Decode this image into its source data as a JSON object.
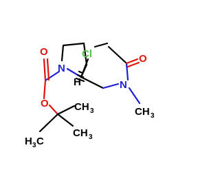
{
  "molecule": {
    "atoms": {
      "n_ring": "N",
      "o_carbonyl": "O",
      "o_ether": "O",
      "cl": "Cl",
      "o_amide": "O",
      "n_amide": "N",
      "h_stereo": "H",
      "ch3_left": "H",
      "ch3_left_sub": "3",
      "ch3_left_c": "C",
      "ch3_top": "CH",
      "ch3_top_sub": "3",
      "ch3_right": "CH",
      "ch3_right_sub": "3",
      "ch3_nme": "CH",
      "ch3_nme_sub": "3"
    },
    "colors": {
      "nitrogen": "#1f1fd6",
      "oxygen": "#e0140e",
      "chlorine": "#52c24a",
      "carbon": "#000000"
    }
  }
}
